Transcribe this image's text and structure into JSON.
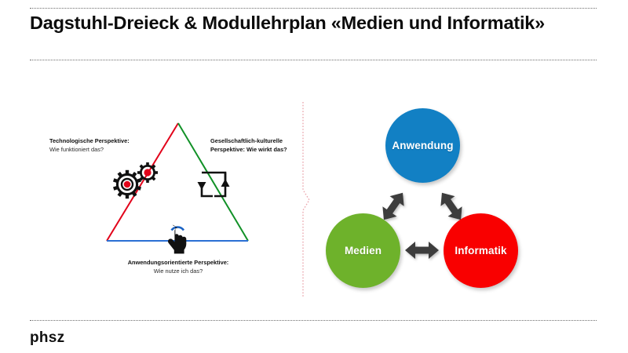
{
  "slide": {
    "title": "Dagstuhl-Dreieck  & Modullehrplan «Medien und Informatik»",
    "brand": "phsz"
  },
  "triangle": {
    "edges": {
      "left_color": "#E2021A",
      "right_color": "#119127",
      "bottom_color": "#2B6FD4"
    },
    "labels": {
      "technological": {
        "line1": "Technologische Perspektive:",
        "line2": "Wie funktioniert das?",
        "icon": "gears-icon"
      },
      "social_cultural": {
        "line1": "Gesellschaftlich-kulturelle",
        "line2": "Perspektive: Wie wirkt das?",
        "icon": "cycle-loop-arrows-icon"
      },
      "application": {
        "line1": "Anwendungsorientierte Perspektive:",
        "line2": "Wie nutze ich das?",
        "icon": "touch-hand-icon"
      }
    }
  },
  "circles": {
    "nodes": [
      {
        "label": "Anwendung",
        "color": "#1280C4",
        "name": "circle-anwendung"
      },
      {
        "label": "Medien",
        "color": "#6EB22B",
        "name": "circle-medien"
      },
      {
        "label": "Informatik",
        "color": "#F90000",
        "name": "circle-informatik"
      }
    ],
    "connectors": {
      "color": "#3C3C3C",
      "type": "double-headed-arrow",
      "count": 3
    }
  },
  "divider": {
    "color": "#EBA8AF",
    "style": "dotted-vertical-with-chevron"
  }
}
